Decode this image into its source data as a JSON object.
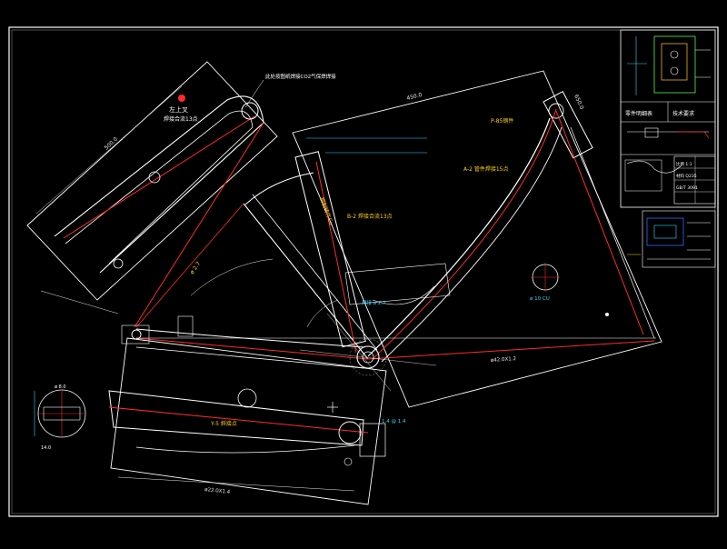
{
  "colors": {
    "background": "#000000",
    "frame": "#ffffff",
    "outline": "#ffffff",
    "centerline": "#ff2a2a",
    "dimension": "#e8e8e8",
    "annotation_yellow": "#ffd21a",
    "annotation_cyan": "#33d6ff",
    "annotation_green": "#5cf25c",
    "annotation_magenta": "#ff3cff",
    "detail_blue": "#2f6bff"
  },
  "labels": {
    "top_left_note": "左上叉",
    "top_left_sub": "焊接合流13点",
    "top_note": "此处按图纸焊接CO2气保焊焊接",
    "frame_dim_top": "450.0",
    "frame_dim_top_right": "650.0",
    "frame_dim_left": "500.0",
    "frame_dim_bottom_right": "ø42.0X1.2",
    "frame_dim_bottom": "ø22.0X1.4",
    "joint_note": "钢制铸件Cu",
    "label_1": "ø 8.0",
    "label_2": "14.0",
    "label_3": "ø 2.7",
    "label_4": "1.4 @ 1.4"
  },
  "side_panel": {
    "title_1": "零件明细表",
    "title_2": "技术要求",
    "ref_1": "比例 1:1",
    "ref_2": "材料 Q235",
    "ref_3": "GB/T 3091"
  },
  "callouts": [
    {
      "text": "A-2 管件焊接15点",
      "color": "annotation_yellow"
    },
    {
      "text": "B-2 焊接合流13点",
      "color": "annotation_yellow"
    },
    {
      "text": "焊接 ø 2.7",
      "color": "annotation_cyan"
    },
    {
      "text": "Y-5 斜接点",
      "color": "annotation_yellow"
    },
    {
      "text": "ø 10 CU",
      "color": "annotation_cyan"
    },
    {
      "text": "P-85钢件",
      "color": "annotation_yellow"
    }
  ],
  "cursor": {
    "color": "#ffffff"
  }
}
